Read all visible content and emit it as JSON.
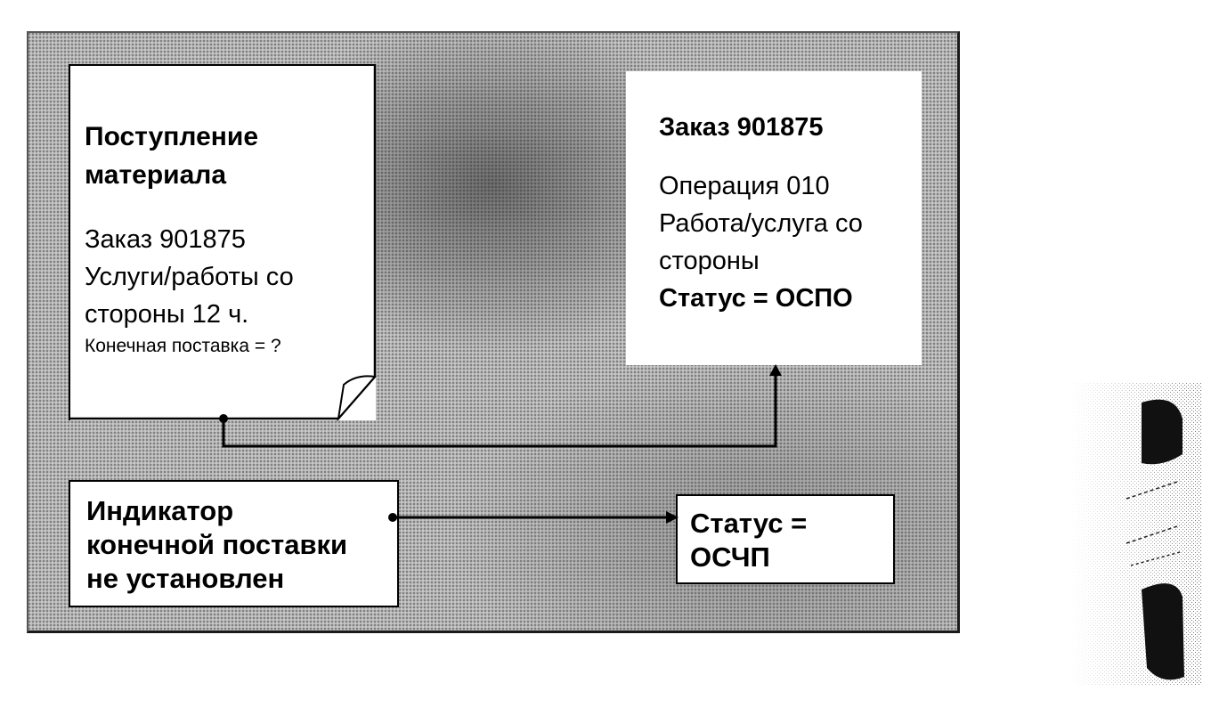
{
  "diagram": {
    "document_box": {
      "title_lines": [
        "Поступление",
        "материала"
      ],
      "order_line": "Заказ 901875",
      "service_lines": [
        "Услуги/работы со",
        "стороны 12 ч."
      ],
      "final_delivery": "Конечная поставка = ?"
    },
    "order_box": {
      "title": "Заказ 901875",
      "operation_line": "Операция 010",
      "work_lines": [
        "Работа/услуга со",
        "стороны"
      ],
      "status": "Статус = ОСПО"
    },
    "indicator_box": {
      "lines": [
        "Индикатор",
        "конечной поставки",
        "не установлен"
      ]
    },
    "status_box": {
      "lines": [
        "Статус =",
        "ОСЧП"
      ]
    },
    "colors": {
      "panel": "#b4b4b4",
      "box": "#ffffff",
      "ink": "#000000"
    }
  }
}
